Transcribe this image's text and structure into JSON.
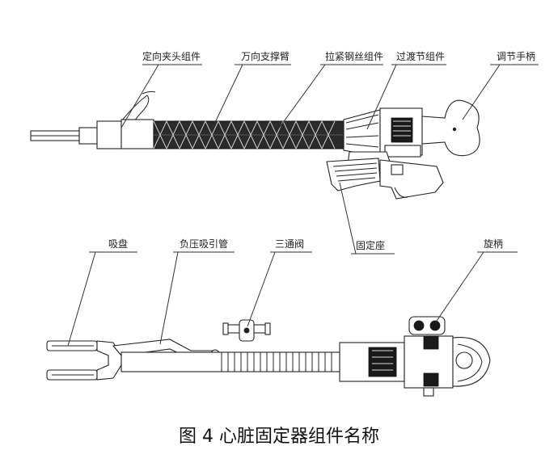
{
  "labels": {
    "top": {
      "clamp_head": "定向夹头组件",
      "universal_arm": "万向支撑臂",
      "tension_wire": "拉紧钢丝组件",
      "transition_joint": "过渡节组件",
      "adjust_handle": "调节手柄",
      "fixed_seat": "固定座"
    },
    "bottom": {
      "suction_cup": "吸盘",
      "negative_pressure_tube": "负压吸引管",
      "three_way_valve": "三通阀",
      "knob": "旋柄"
    }
  },
  "caption": "图 4 心脏固定器组件名称"
}
